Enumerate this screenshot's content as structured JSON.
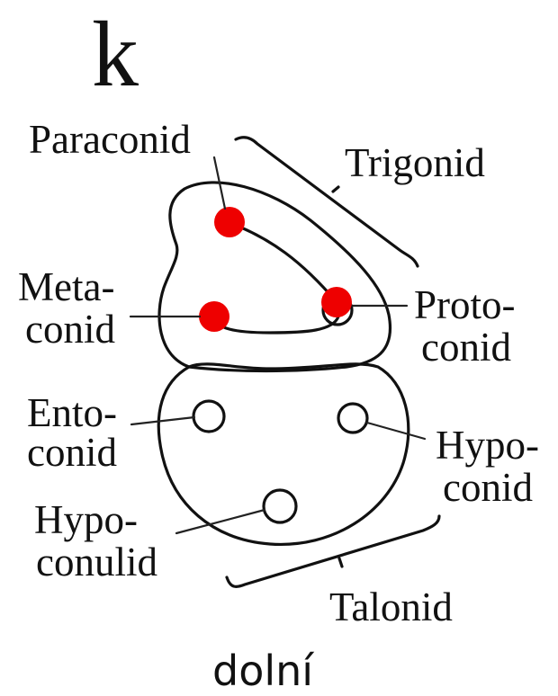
{
  "figure_letter": "k",
  "caption": "dolní",
  "labels": {
    "paraconid": "Paraconid",
    "trigonid": "Trigonid",
    "metaconid": [
      "Meta-",
      "conid"
    ],
    "protoconid": [
      "Proto-",
      "conid"
    ],
    "entoconid": [
      "Ento-",
      "conid"
    ],
    "hypoconid": [
      "Hypo-",
      "conid"
    ],
    "hypoconulid": [
      "Hypo-",
      "conulid"
    ],
    "talonid": "Talonid"
  },
  "colors": {
    "highlight": "#ee0000",
    "line": "#111111"
  }
}
